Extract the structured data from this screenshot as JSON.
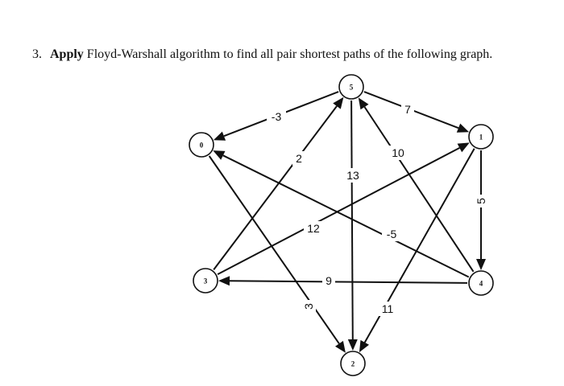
{
  "question": {
    "number": "3.",
    "keyword": "Apply",
    "text": "Floyd-Warshall algorithm to find all pair shortest paths of the following graph."
  },
  "graph": {
    "nodes": [
      {
        "id": "0",
        "label": "0"
      },
      {
        "id": "1",
        "label": "1"
      },
      {
        "id": "2",
        "label": "2"
      },
      {
        "id": "3",
        "label": "3"
      },
      {
        "id": "4",
        "label": "4"
      },
      {
        "id": "5",
        "label": "5"
      }
    ],
    "edges": [
      {
        "from": "5",
        "to": "0",
        "weight": "-3"
      },
      {
        "from": "5",
        "to": "1",
        "weight": "7"
      },
      {
        "from": "3",
        "to": "5",
        "weight": "2"
      },
      {
        "from": "4",
        "to": "5",
        "weight": "10"
      },
      {
        "from": "5",
        "to": "2",
        "weight": "13"
      },
      {
        "from": "1",
        "to": "4",
        "weight": "5"
      },
      {
        "from": "3",
        "to": "1",
        "weight": "12"
      },
      {
        "from": "4",
        "to": "0",
        "weight": "-5"
      },
      {
        "from": "4",
        "to": "3",
        "weight": "9"
      },
      {
        "from": "0",
        "to": "2",
        "weight": "3"
      },
      {
        "from": "1",
        "to": "2",
        "weight": "11"
      }
    ]
  }
}
